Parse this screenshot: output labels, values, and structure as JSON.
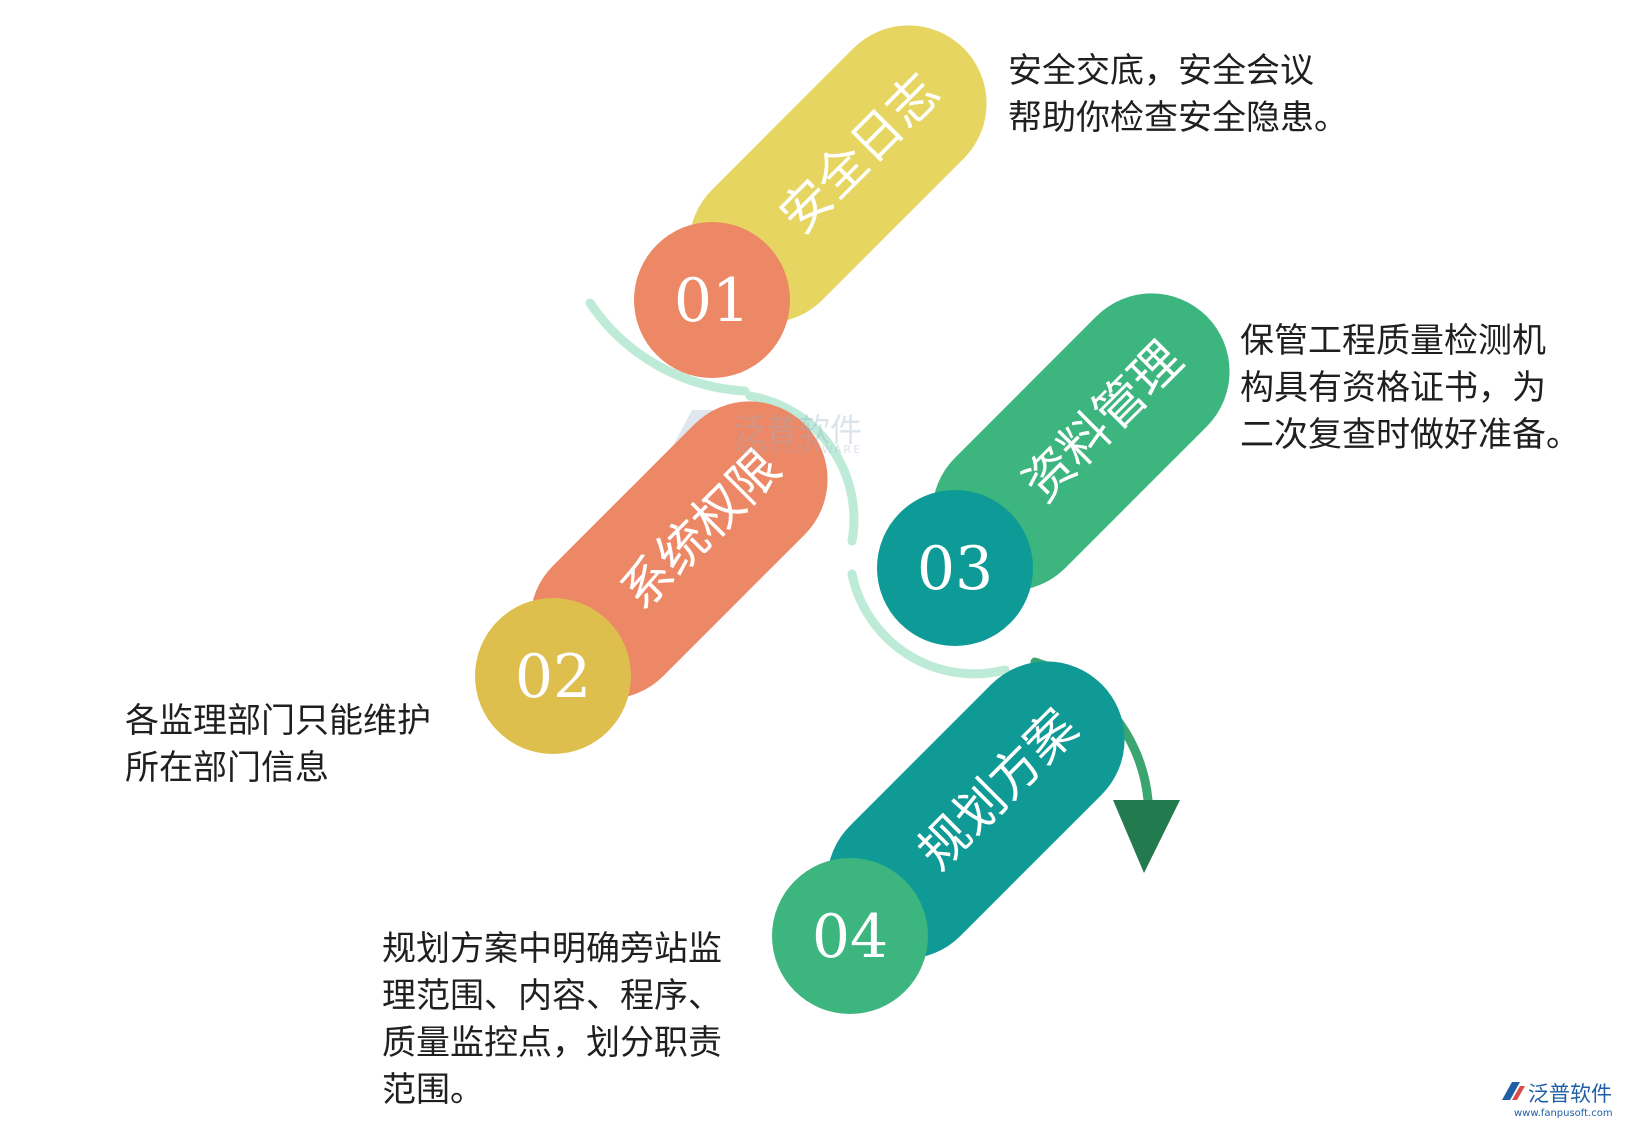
{
  "steps": [
    {
      "number": "01",
      "title": "安全日志",
      "bar_color": "#E6D661",
      "circle_color": "#EC8866",
      "description": [
        "安全交底，安全会议",
        "帮助你检查安全隐患。"
      ]
    },
    {
      "number": "02",
      "title": "系统权限",
      "bar_color": "#EC8866",
      "circle_color": "#DEBF4E",
      "description": [
        "各监理部门只能维护",
        "所在部门信息"
      ]
    },
    {
      "number": "03",
      "title": "资料管理",
      "bar_color": "#3DB57F",
      "circle_color": "#0E9A96",
      "description": [
        "保管工程质量检测机",
        "构具有资格证书，为",
        "二次复查时做好准备。"
      ]
    },
    {
      "number": "04",
      "title": "规划方案",
      "bar_color": "#0F9A96",
      "circle_color": "#3DB57F",
      "description": [
        "规划方案中明确旁站监",
        "理范围、内容、程序、",
        "质量监控点，划分职责",
        "范围。"
      ]
    }
  ],
  "colors": {
    "arc_light": "#BDEBD8",
    "arc_dark": "#3AA56F",
    "arrow_head": "#237A4E",
    "text": "#1F1F1F"
  },
  "watermark": {
    "center_brand": "泛普软件",
    "center_sub": "FANPU SOFTWARE",
    "corner_brand": "泛普软件",
    "corner_url": "www.fanpusoft.com"
  }
}
